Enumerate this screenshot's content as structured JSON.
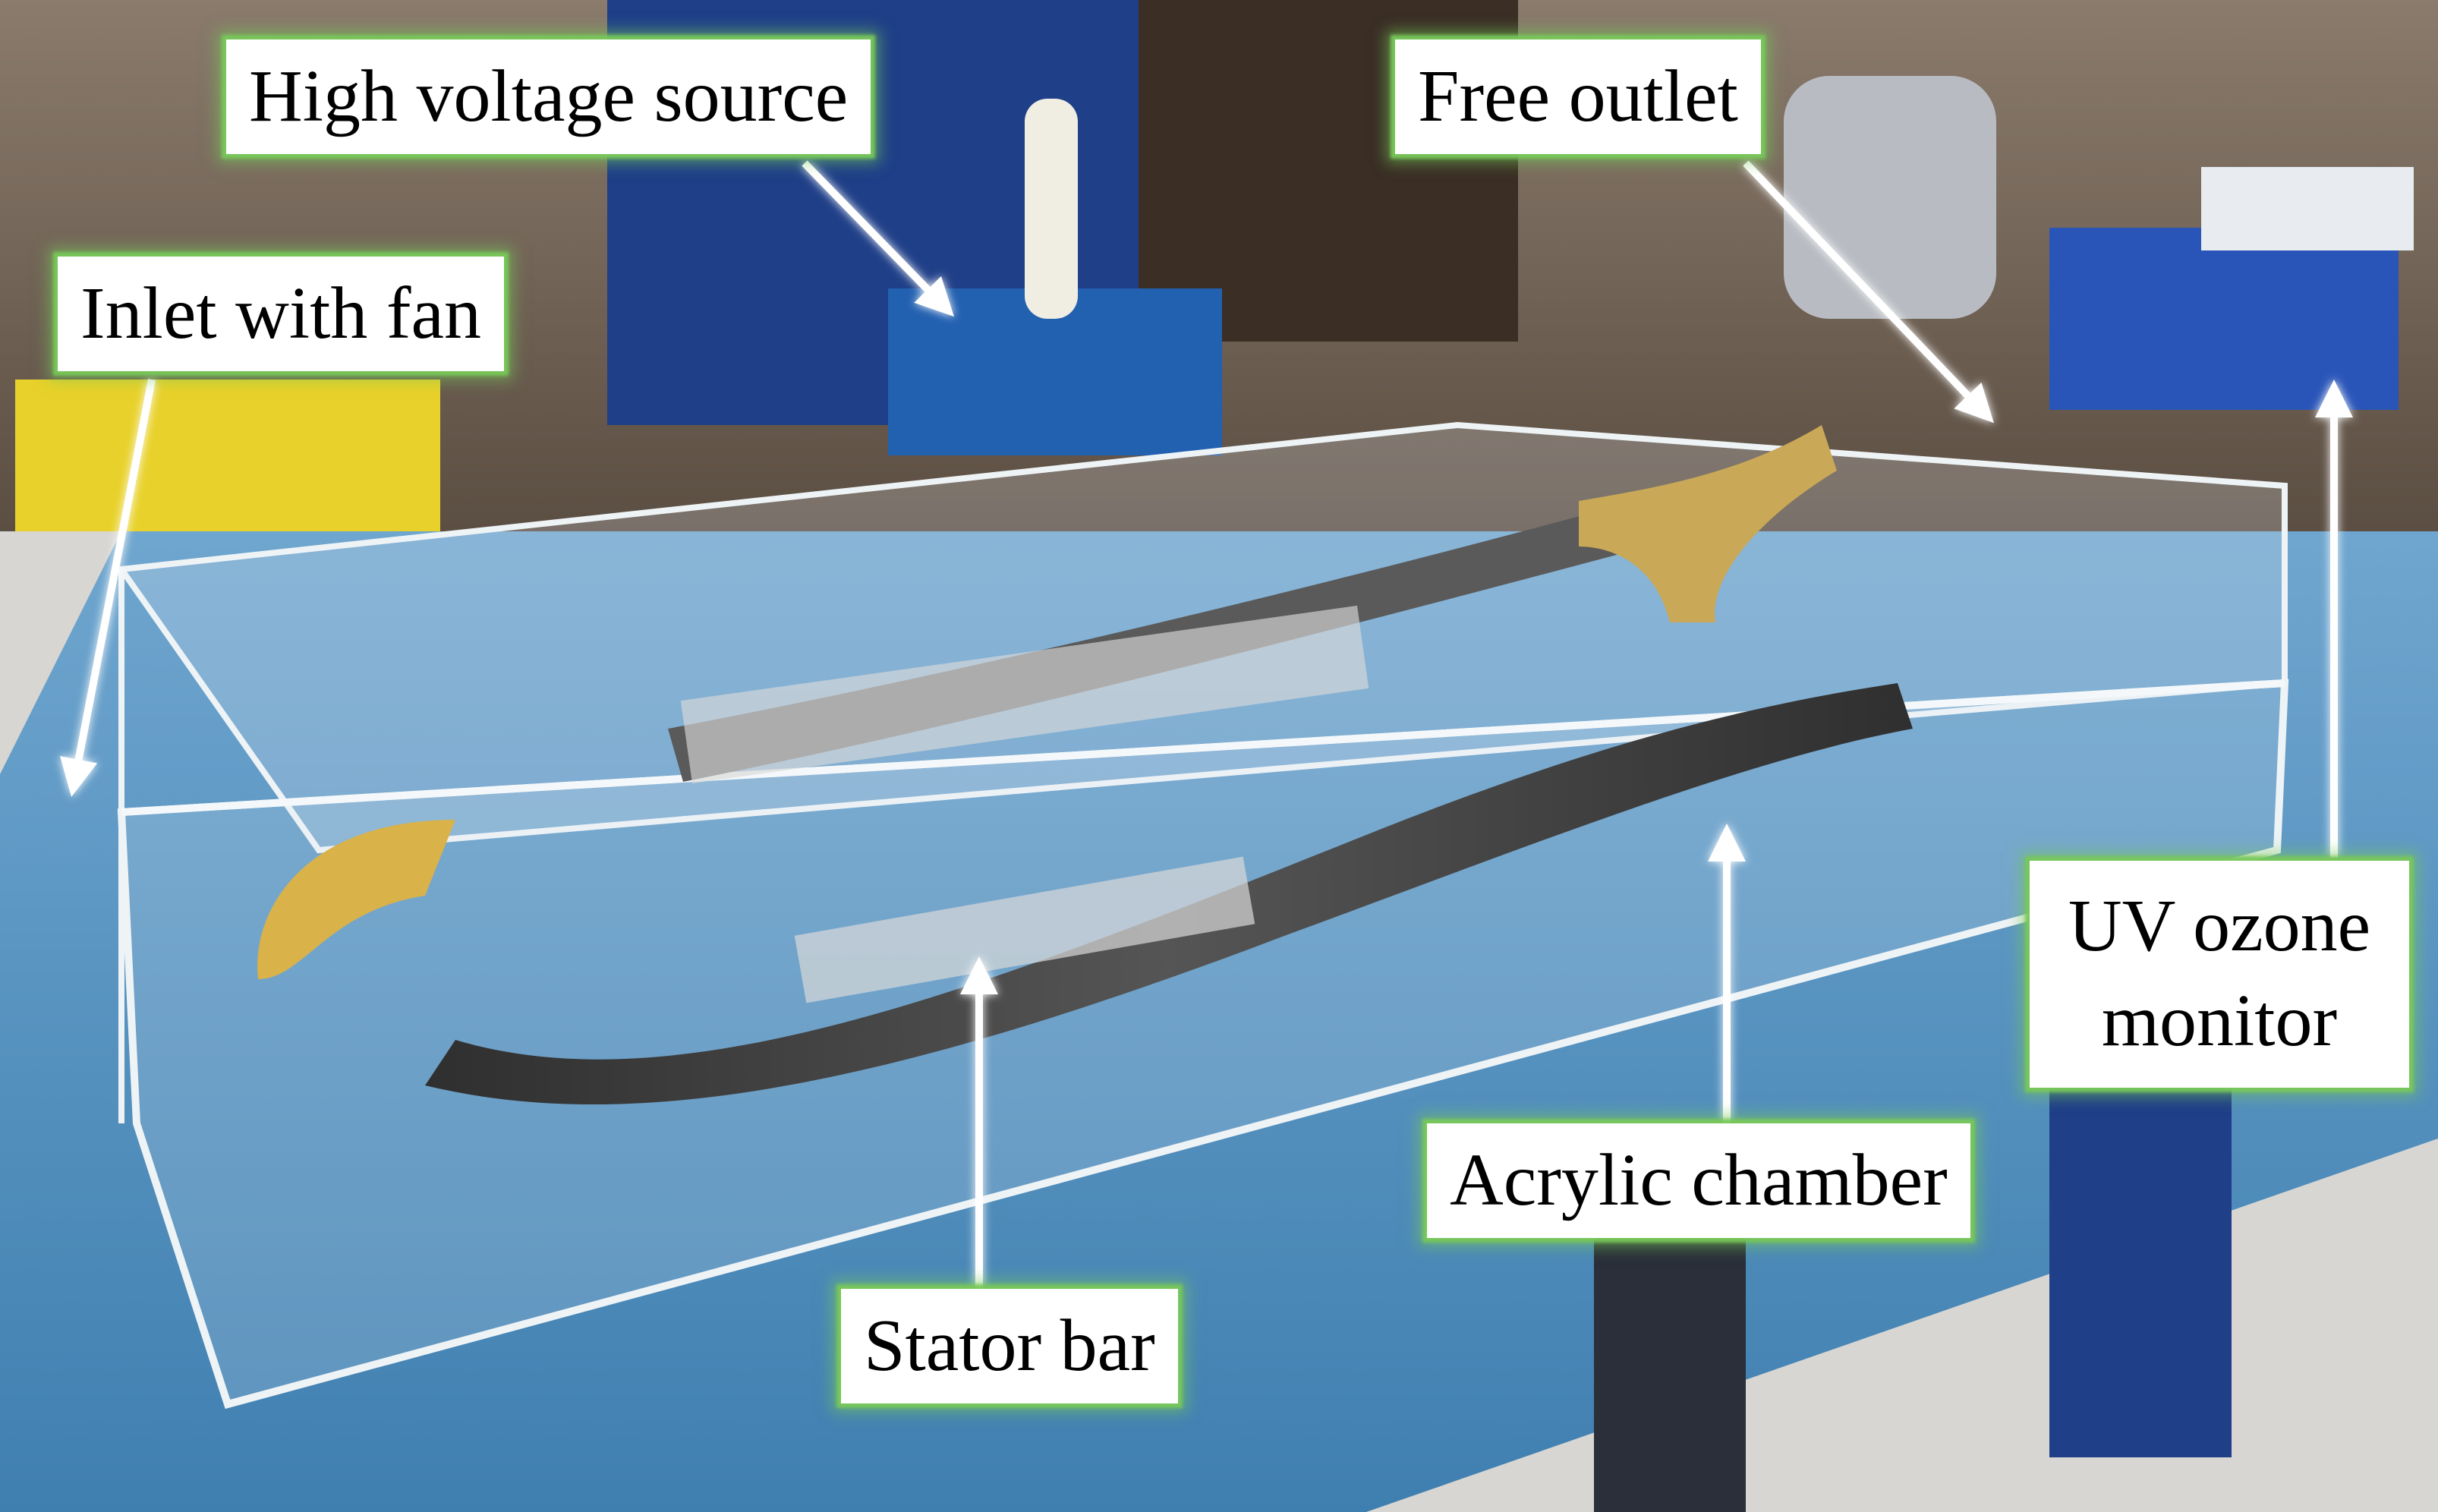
{
  "labels": {
    "high_voltage_source": "High voltage source",
    "free_outlet": "Free outlet",
    "inlet_with_fan": "Inlet with fan",
    "uv_ozone_monitor": "UV ozone monitor",
    "acrylic_chamber": "Acrylic chamber",
    "stator_bar": "Stator bar"
  },
  "colors": {
    "label_glow": "#78c85a",
    "arrow": "#ffffff",
    "floor": "#d8d6d2",
    "table_blue": "#5b97c4",
    "stator_yellow": "#d9b24a",
    "stator_dark": "#3d3d3d",
    "instrument_blue": "#1f4fa0",
    "acrylic_edge": "#e8f0f4"
  }
}
